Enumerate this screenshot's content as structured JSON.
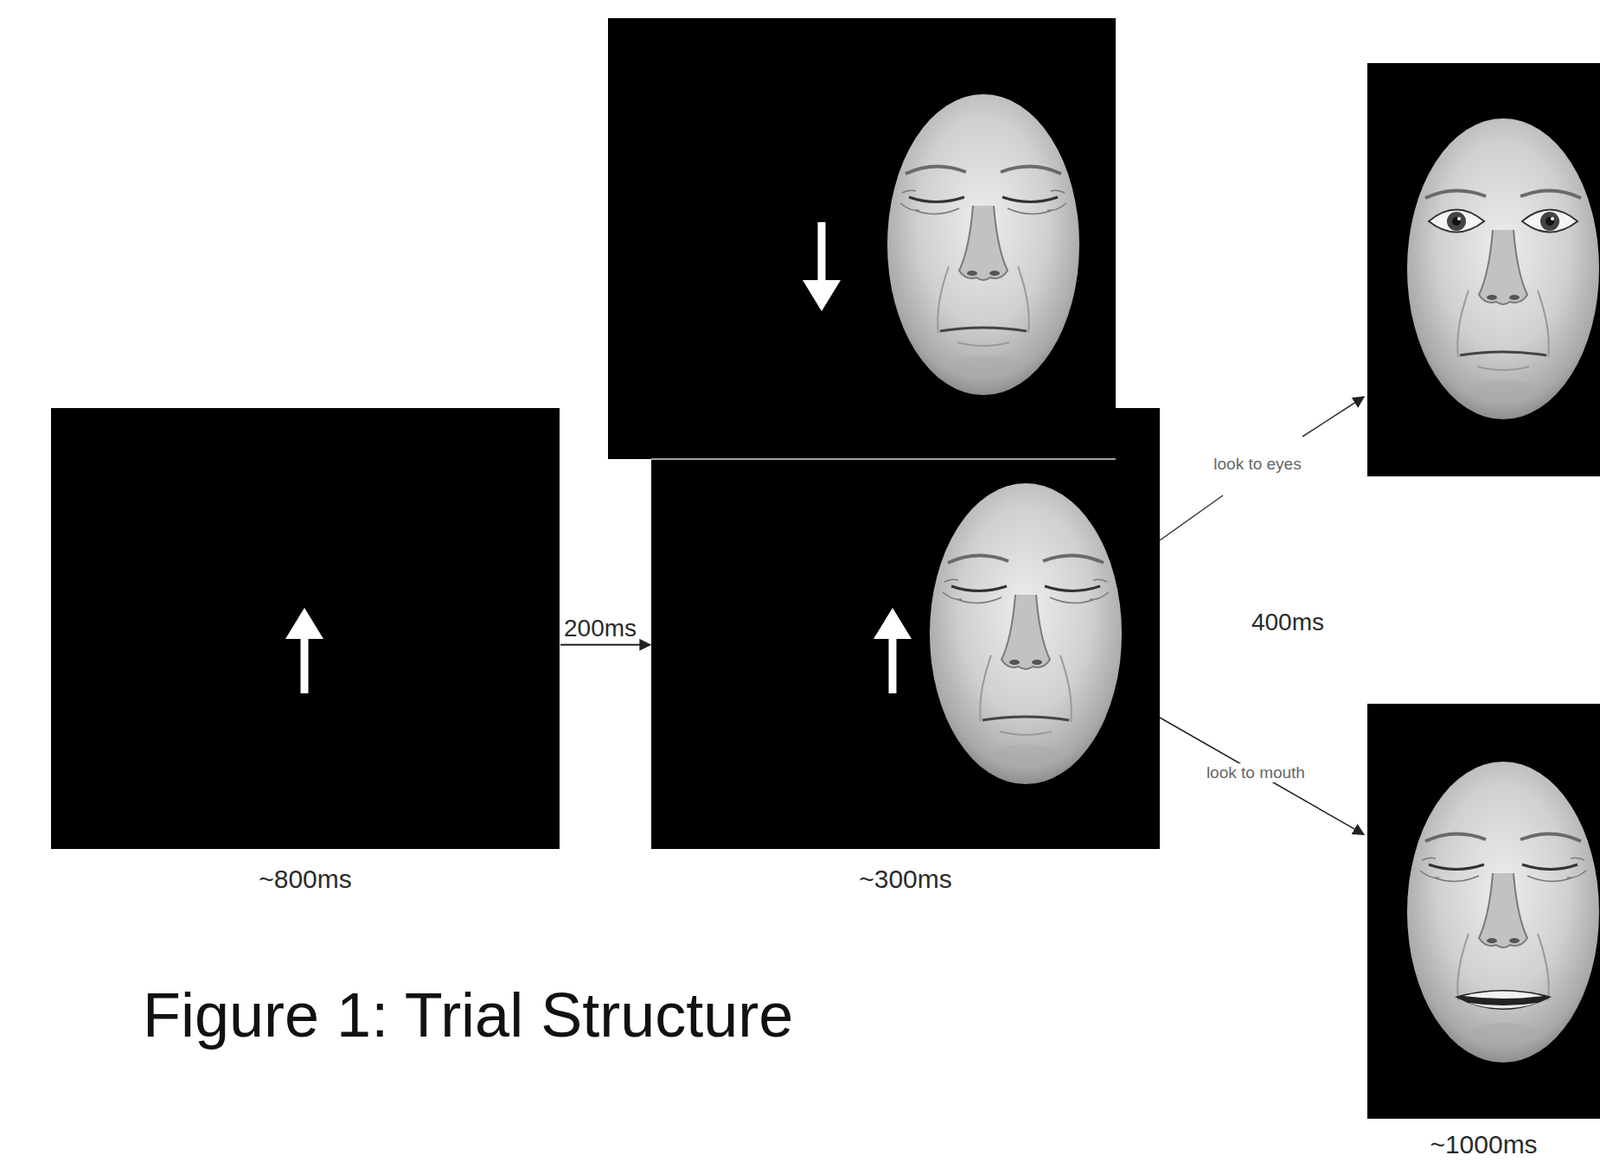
{
  "diagram": {
    "caption": "Figure 1: Trial Structure",
    "nodes": [
      {
        "text": [
          "~800ms"
        ]
      },
      {
        "text": [
          "~300ms"
        ]
      },
      {
        "text": [
          "~1000ms"
        ]
      }
    ],
    "edges": [
      {
        "from": 0,
        "to": 1,
        "arrow": "to",
        "label": "200ms"
      },
      {
        "from": 1,
        "to": 2,
        "arrow": "to",
        "label": "look to mouth"
      }
    ],
    "labels": [
      "look to eyes",
      "400ms"
    ]
  }
}
